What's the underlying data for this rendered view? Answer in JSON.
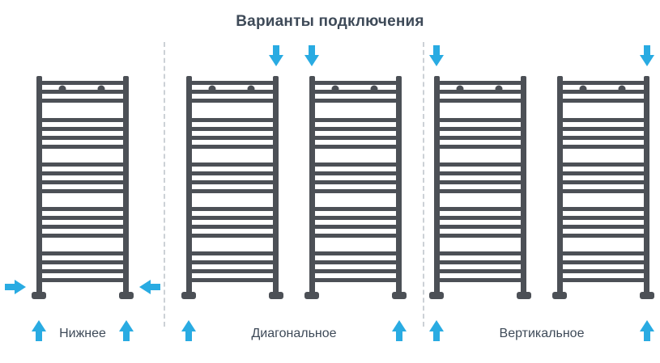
{
  "title": "Варианты подключения",
  "colors": {
    "radiator": "#4C5056",
    "arrow": "#29ABE2",
    "text": "#3E4A58",
    "separator": "#CCD1D6"
  },
  "groups": [
    {
      "label": "Нижнее",
      "radiators": [
        {
          "arrows": [
            "side-left-in",
            "side-right-in",
            "bottom-left-up",
            "bottom-right-up"
          ]
        }
      ]
    },
    {
      "label": "Диагональное",
      "radiators": [
        {
          "arrows": [
            "top-right-down",
            "bottom-left-up"
          ]
        },
        {
          "arrows": [
            "top-left-down",
            "bottom-right-up"
          ]
        }
      ]
    },
    {
      "label": "Вертикальное",
      "radiators": [
        {
          "arrows": [
            "top-left-down",
            "bottom-left-up"
          ]
        },
        {
          "arrows": [
            "top-right-down",
            "bottom-right-up"
          ]
        }
      ]
    }
  ]
}
